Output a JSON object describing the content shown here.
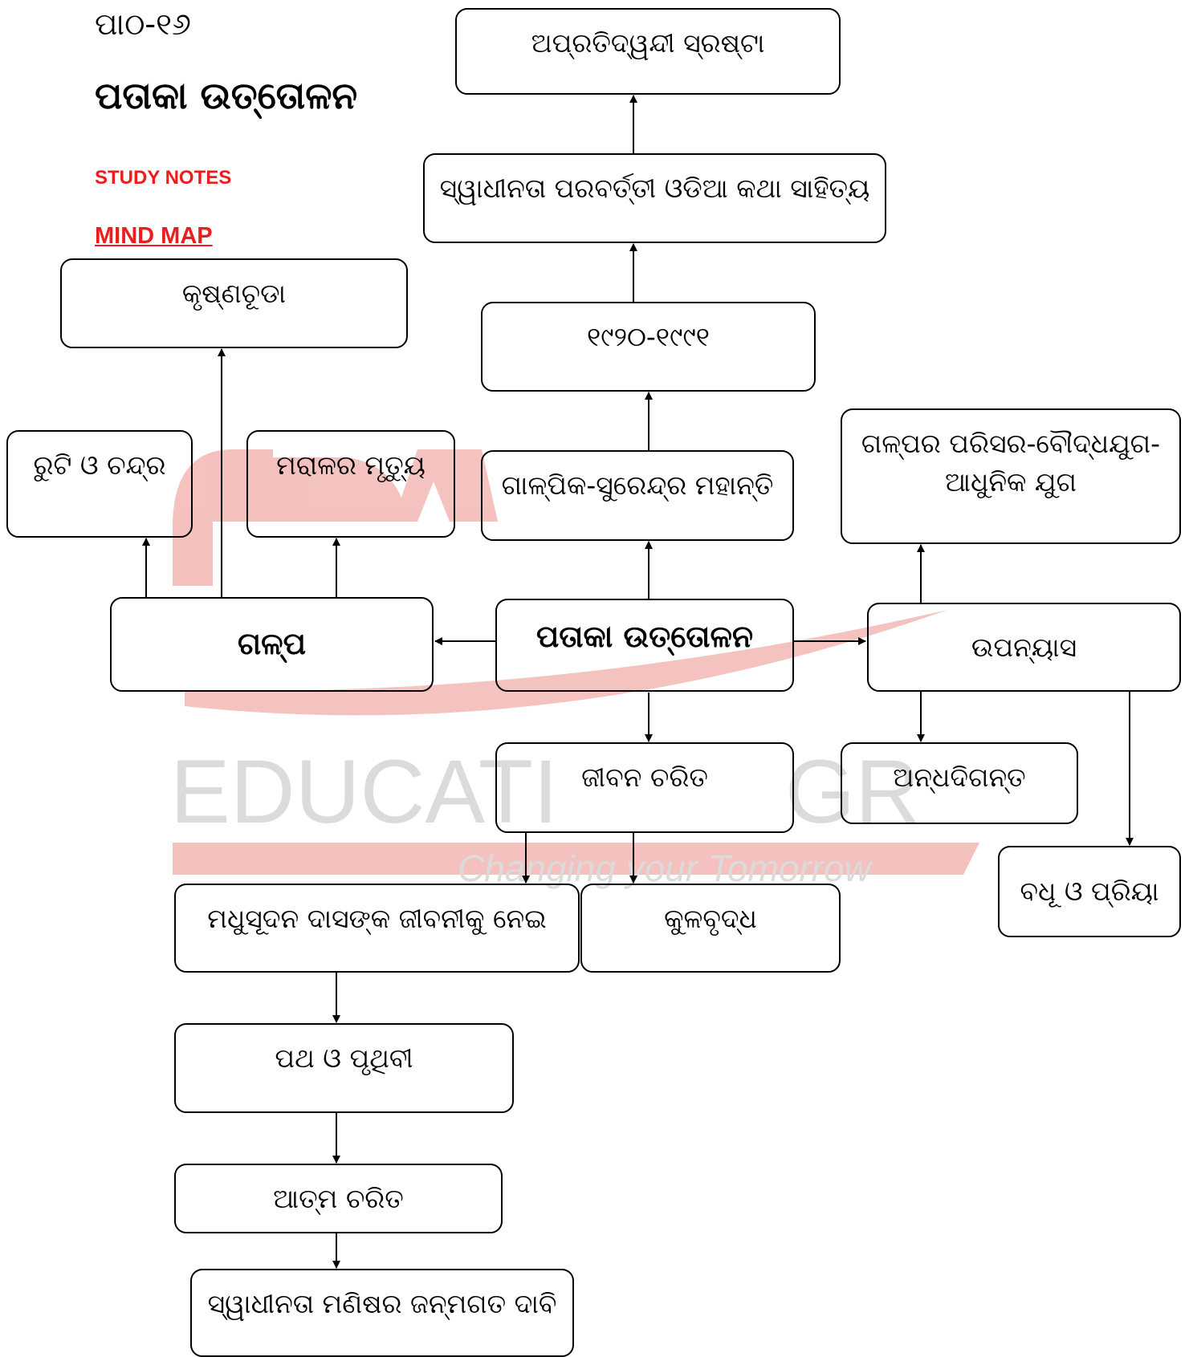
{
  "header": {
    "lesson": "ପାଠ-୧୬",
    "title": "ପତାକା ଉତ୍ତୋଳନ",
    "study_notes": "STUDY NOTES",
    "mind_map": "MIND MAP"
  },
  "watermark": {
    "word": "EDUCATI",
    "word_right": "GR",
    "tagline": "Changing your Tomorrow"
  },
  "nodes": {
    "center": "ପତାକା ଉତ୍ତୋଳନ",
    "galpa": "ଗଳ୍ପ",
    "krushnachuda": "କୃଷ୍ଣଚୂଡା",
    "ruti_o_chandra": "ରୁଟି ଓ ଚନ୍ଦ୍ର",
    "marala": "ମରାଳର ମୃତ୍ୟୁ",
    "galpika": "ଗାଳ୍ପିକ-ସୁରେନ୍ଦ୍ର ମହାନ୍ତି",
    "years": "୧୯୨୦-୧୯୯୧",
    "sahitya": "ସ୍ୱାଧୀନତା ପରବର୍ତ୍ତୀ ଓଡିଆ କଥା ସାହିତ୍ୟ",
    "srashta": "ଅପ୍ରତିଦ୍ୱନ୍ଦୀ ସ୍ରଷ୍ଟା",
    "upanyasa": "ଉପନ୍ୟାସ",
    "parisara": "ଗଳ୍ପର ପରିସର-ବୌଦ୍ଧଯୁଗ-\nଆଧୁନିକ ଯୁଗ",
    "andhadiganta": "ଅନ୍ଧଦିଗନ୍ତ",
    "badhu_priya": "ବଧୂ ଓ ପ୍ରିୟା",
    "jibana_charita": "ଜୀବନ ଚରିତ",
    "madhusudan": "ମଧୁସୂଦନ ଦାସଙ୍କ ଜୀବନୀକୁ ନେଇ",
    "kulabrudha": "କୁଳବୃଦ୍ଧ",
    "patha_pruthibi": "ପଥ ଓ ପୃଥିବୀ",
    "atma_charita": "ଆତ୍ମ ଚରିତ",
    "dabi": "ସ୍ୱାଧୀନତା ମଣିଷର ଜନ୍ମଗତ ଦାବି"
  }
}
